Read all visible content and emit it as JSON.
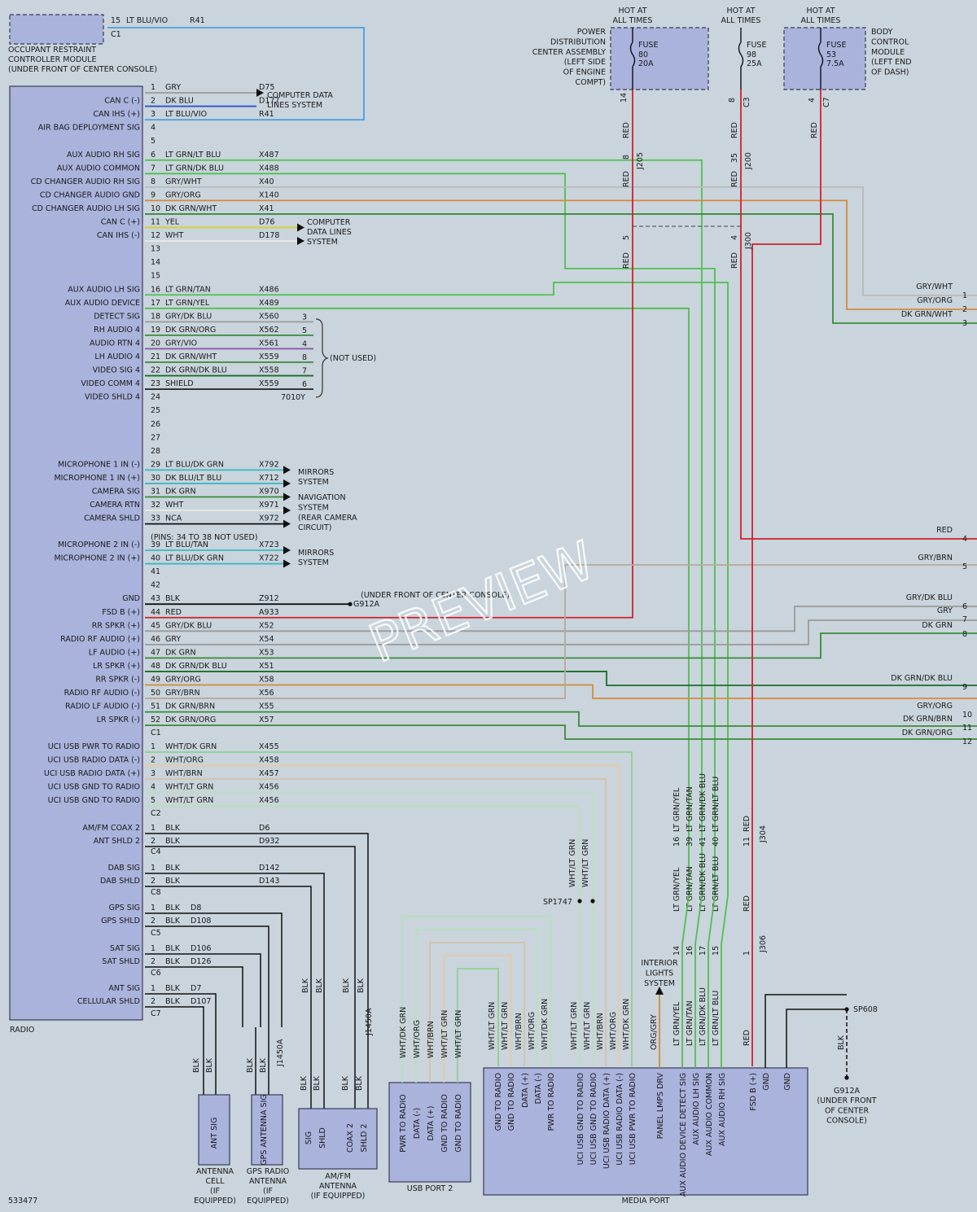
{
  "diagram_id": "533477",
  "watermark": "PREVIEW",
  "modules": {
    "orc": [
      "OCCUPANT RESTRAINT",
      "CONTROLLER MODULE",
      "(UNDER FRONT OF CENTER CONSOLE)"
    ],
    "radio": "RADIO",
    "pdc": [
      "POWER",
      "DISTRIBUTION",
      "CENTER ASSEMBLY",
      "(LEFT SIDE",
      "OF ENGINE",
      "COMPT)"
    ],
    "bcm": [
      "BODY",
      "CONTROL",
      "MODULE",
      "(LEFT END",
      "OF DASH)"
    ],
    "antenna_cell": [
      "ANTENNA",
      "CELL",
      "(IF",
      "EQUIPPED)"
    ],
    "gps_antenna": [
      "GPS RADIO",
      "ANTENNA",
      "(IF",
      "EQUIPPED)"
    ],
    "amfm_antenna": [
      "AM/FM",
      "ANTENNA",
      "(IF EQUIPPED)"
    ],
    "usb_port_2": "USB PORT 2",
    "media_port": "MEDIA PORT",
    "interior_lights": [
      "INTERIOR",
      "LIGHTS",
      "SYSTEM"
    ]
  },
  "fuses": [
    {
      "label": "FUSE",
      "number": "80",
      "rating": "20A",
      "hot": [
        "HOT AT",
        "ALL TIMES"
      ],
      "pin": "14",
      "connector": ""
    },
    {
      "label": "FUSE",
      "number": "98",
      "rating": "25A",
      "hot": [
        "HOT AT",
        "ALL TIMES"
      ],
      "pin": "8",
      "connector": "C3"
    },
    {
      "label": "FUSE",
      "number": "53",
      "rating": "7.5A",
      "hot": [
        "HOT AT",
        "ALL TIMES"
      ],
      "pin": "4",
      "connector": "C7"
    }
  ],
  "orc_pin": {
    "pin": "15",
    "color": "LT BLU/VIO",
    "circuit": "R41",
    "connector": "C1"
  },
  "radio_c1_pins": [
    {
      "pin": "1",
      "func": "",
      "color": "GRY",
      "circuit": "D75"
    },
    {
      "pin": "2",
      "func": "CAN C (-)",
      "color": "DK BLU",
      "circuit": "D177"
    },
    {
      "pin": "3",
      "func": "CAN IHS (+)",
      "color": "LT BLU/VIO",
      "circuit": "R41"
    },
    {
      "pin": "4",
      "func": "AIR BAG DEPLOYMENT SIG",
      "color": "",
      "circuit": ""
    },
    {
      "pin": "5",
      "func": "",
      "color": "",
      "circuit": ""
    },
    {
      "pin": "6",
      "func": "AUX AUDIO RH SIG",
      "color": "LT GRN/LT BLU",
      "circuit": "X487"
    },
    {
      "pin": "7",
      "func": "AUX AUDIO COMMON",
      "color": "LT GRN/DK BLU",
      "circuit": "X488"
    },
    {
      "pin": "8",
      "func": "CD CHANGER AUDIO RH SIG",
      "color": "GRY/WHT",
      "circuit": "X40"
    },
    {
      "pin": "9",
      "func": "CD CHANGER AUDIO GND",
      "color": "GRY/ORG",
      "circuit": "X140"
    },
    {
      "pin": "10",
      "func": "CD CHANGER AUDIO LH SIG",
      "color": "DK GRN/WHT",
      "circuit": "X41"
    },
    {
      "pin": "11",
      "func": "CAN C (+)",
      "color": "YEL",
      "circuit": "D76"
    },
    {
      "pin": "12",
      "func": "CAN IHS (-)",
      "color": "WHT",
      "circuit": "D178"
    },
    {
      "pin": "13",
      "func": "",
      "color": "",
      "circuit": ""
    },
    {
      "pin": "14",
      "func": "",
      "color": "",
      "circuit": ""
    },
    {
      "pin": "15",
      "func": "",
      "color": "",
      "circuit": ""
    },
    {
      "pin": "16",
      "func": "AUX AUDIO LH SIG",
      "color": "LT GRN/TAN",
      "circuit": "X486"
    },
    {
      "pin": "17",
      "func": "AUX AUDIO DEVICE",
      "color": "LT GRN/YEL",
      "circuit": "X489"
    },
    {
      "pin": "18",
      "func": "DETECT SIG",
      "color": "GRY/DK BLU",
      "circuit": "X560"
    },
    {
      "pin": "19",
      "func": "RH AUDIO 4",
      "color": "DK GRN/ORG",
      "circuit": "X562"
    },
    {
      "pin": "20",
      "func": "AUDIO RTN 4",
      "color": "GRY/VIO",
      "circuit": "X561"
    },
    {
      "pin": "21",
      "func": "LH AUDIO 4",
      "color": "DK GRN/WHT",
      "circuit": "X559"
    },
    {
      "pin": "22",
      "func": "VIDEO SIG 4",
      "color": "DK GRN/DK BLU",
      "circuit": "X558"
    },
    {
      "pin": "23",
      "func": "VIDEO COMM 4",
      "color": "SHIELD",
      "circuit": "X559"
    },
    {
      "pin": "24",
      "func": "VIDEO SHLD 4",
      "color": "",
      "circuit": ""
    },
    {
      "pin": "25",
      "func": "",
      "color": "",
      "circuit": ""
    },
    {
      "pin": "26",
      "func": "",
      "color": "",
      "circuit": ""
    },
    {
      "pin": "27",
      "func": "",
      "color": "",
      "circuit": ""
    },
    {
      "pin": "28",
      "func": "",
      "color": "",
      "circuit": ""
    },
    {
      "pin": "29",
      "func": "MICROPHONE 1 IN (-)",
      "color": "LT BLU/DK GRN",
      "circuit": "X792"
    },
    {
      "pin": "30",
      "func": "MICROPHONE 1 IN (+)",
      "color": "DK BLU/LT BLU",
      "circuit": "X712"
    },
    {
      "pin": "31",
      "func": "CAMERA SIG",
      "color": "DK GRN",
      "circuit": "X970"
    },
    {
      "pin": "32",
      "func": "CAMERA RTN",
      "color": "WHT",
      "circuit": "X971"
    },
    {
      "pin": "33",
      "func": "CAMERA SHLD",
      "color": "NCA",
      "circuit": "X972"
    },
    {
      "pin": "39",
      "func": "MICROPHONE 2 IN (-)",
      "color": "LT BLU/TAN",
      "circuit": "X723"
    },
    {
      "pin": "40",
      "func": "MICROPHONE 2 IN (+)",
      "color": "LT BLU/DK GRN",
      "circuit": "X722"
    },
    {
      "pin": "41",
      "func": "",
      "color": "",
      "circuit": ""
    },
    {
      "pin": "42",
      "func": "",
      "color": "",
      "circuit": ""
    },
    {
      "pin": "43",
      "func": "GND",
      "color": "BLK",
      "circuit": "Z912"
    },
    {
      "pin": "44",
      "func": "FSD B (+)",
      "color": "RED",
      "circuit": "A933"
    },
    {
      "pin": "45",
      "func": "RR SPKR (+)",
      "color": "GRY/DK BLU",
      "circuit": "X52"
    },
    {
      "pin": "46",
      "func": "RADIO RF AUDIO (+)",
      "color": "GRY",
      "circuit": "X54"
    },
    {
      "pin": "47",
      "func": "LF AUDIO (+)",
      "color": "DK GRN",
      "circuit": "X53"
    },
    {
      "pin": "48",
      "func": "LR SPKR (+)",
      "color": "DK GRN/DK BLU",
      "circuit": "X51"
    },
    {
      "pin": "49",
      "func": "RR SPKR (-)",
      "color": "GRY/ORG",
      "circuit": "X58"
    },
    {
      "pin": "50",
      "func": "RADIO RF AUDIO (-)",
      "color": "GRY/BRN",
      "circuit": "X56"
    },
    {
      "pin": "51",
      "func": "RADIO LF AUDIO (-)",
      "color": "DK GRN/BRN",
      "circuit": "X55"
    },
    {
      "pin": "52",
      "func": "LR SPKR (-)",
      "color": "DK GRN/ORG",
      "circuit": "X57"
    }
  ],
  "pins_note": "(PINS: 34 TO 38 NOT USED)",
  "not_used_label": "(NOT USED)",
  "not_used_pins": [
    "3",
    "5",
    "4",
    "8",
    "7",
    "6"
  ],
  "not_used_connector": "7010Y",
  "system_refs": {
    "computer_data_lines_a": [
      "COMPUTER DATA",
      "LINES SYSTEM"
    ],
    "computer_data_lines_b": [
      "COMPUTER",
      "DATA LINES",
      "SYSTEM"
    ],
    "mirrors_a": [
      "MIRRORS",
      "SYSTEM"
    ],
    "navigation": [
      "NAVIGATION",
      "SYSTEM",
      "(REAR CAMERA",
      "CIRCUIT)"
    ],
    "mirrors_b": [
      "MIRRORS",
      "SYSTEM"
    ]
  },
  "ground_g912a_top": "(UNDER FRONT OF CENTER CONSOLE)",
  "ground_g912a_name": "G912A",
  "ground_g912a_bottom": [
    "G912A",
    "(UNDER FRONT",
    "OF CENTER",
    "CONSOLE)"
  ],
  "splices": {
    "sp1747": "SP1747",
    "sp608": "SP608"
  },
  "connector_labels": [
    "C1",
    "C2",
    "C4",
    "C8",
    "C5",
    "C6",
    "C7"
  ],
  "radio_c2_pins": [
    {
      "pin": "1",
      "func": "UCI USB PWR TO RADIO",
      "color": "WHT/DK GRN",
      "circuit": "X455"
    },
    {
      "pin": "2",
      "func": "UCI USB RADIO DATA (-)",
      "color": "WHT/ORG",
      "circuit": "X458"
    },
    {
      "pin": "3",
      "func": "UCI USB RADIO DATA (+)",
      "color": "WHT/BRN",
      "circuit": "X457"
    },
    {
      "pin": "4",
      "func": "UCI USB GND TO RADIO",
      "color": "WHT/LT GRN",
      "circuit": "X456"
    },
    {
      "pin": "5",
      "func": "UCI USB GND TO RADIO",
      "color": "WHT/LT GRN",
      "circuit": "X456"
    }
  ],
  "radio_coax_pins": [
    {
      "pin": "1",
      "func": "AM/FM COAX 2",
      "color": "BLK",
      "circuit": "D6",
      "conn": "C4"
    },
    {
      "pin": "2",
      "func": "ANT SHLD 2",
      "color": "BLK",
      "circuit": "D932",
      "conn": ""
    },
    {
      "pin": "1",
      "func": "DAB SIG",
      "color": "BLK",
      "circuit": "D142",
      "conn": "C8"
    },
    {
      "pin": "2",
      "func": "DAB SHLD",
      "color": "BLK",
      "circuit": "D143",
      "conn": ""
    },
    {
      "pin": "1",
      "func": "GPS SIG",
      "color": "BLK",
      "circuit": "D8",
      "conn": "C5"
    },
    {
      "pin": "2",
      "func": "GPS SHLD",
      "color": "BLK",
      "circuit": "D108",
      "conn": ""
    },
    {
      "pin": "1",
      "func": "SAT SIG",
      "color": "BLK",
      "circuit": "D106",
      "conn": "C6"
    },
    {
      "pin": "2",
      "func": "SAT SHLD",
      "color": "BLK",
      "circuit": "D126",
      "conn": ""
    },
    {
      "pin": "1",
      "func": "ANT SIG",
      "color": "BLK",
      "circuit": "D7",
      "conn": "C7"
    },
    {
      "pin": "2",
      "func": "CELLULAR SHLD",
      "color": "BLK",
      "circuit": "D107",
      "conn": ""
    }
  ],
  "right_edge_wires": [
    {
      "n": "1",
      "color": "GRY/WHT"
    },
    {
      "n": "2",
      "color": "GRY/ORG"
    },
    {
      "n": "3",
      "color": "DK GRN/WHT"
    },
    {
      "n": "4",
      "color": "RED"
    },
    {
      "n": "5",
      "color": "GRY/BRN"
    },
    {
      "n": "6",
      "color": "GRY/DK BLU"
    },
    {
      "n": "7",
      "color": "GRY"
    },
    {
      "n": "8",
      "color": "DK GRN"
    },
    {
      "n": "9",
      "color": "DK GRN/DK BLU"
    },
    {
      "n": "10",
      "color": "GRY/ORG"
    },
    {
      "n": "11",
      "color": "DK GRN/BRN"
    },
    {
      "n": "12",
      "color": "DK GRN/ORG"
    }
  ],
  "vertical_labels": {
    "red": "RED",
    "conn_205": "J205",
    "conn_200": "J200",
    "conn_300": "J300",
    "conn_304": "J304",
    "conn_306": "J306",
    "conn_1450a": "J1450A",
    "pin_8": "8",
    "pin_35": "35",
    "pin_5": "5",
    "pin_4": "4",
    "media_upper": [
      "16",
      "39",
      "41",
      "40",
      "11"
    ],
    "media_lower": [
      "14",
      "16",
      "17",
      "15",
      "1"
    ],
    "media_colors_upper": [
      "LT GRN/YEL",
      "LT GRN/TAN",
      "LT GRN/DK BLU",
      "LT GRN/LT BLU",
      "RED"
    ],
    "media_colors_lower": [
      "LT GRN/YEL",
      "LT GRN/TAN",
      "LT GRN/DK BLU",
      "LT GRN/LT BLU",
      "RED"
    ],
    "wht_lt_grn": "WHT/LT GRN",
    "blk": "BLK",
    "org_gry": "ORG/GRY"
  },
  "usb_port_pins": [
    "PWR TO RADIO",
    "DATA (-)",
    "DATA (+)",
    "GND TO RADIO",
    "GND TO RADIO"
  ],
  "usb_port_wires": [
    "WHT/DK GRN",
    "WHT/ORG",
    "WHT/BRN",
    "WHT/LT GRN",
    "WHT/LT GRN"
  ],
  "media_port_pins": [
    "GND TO RADIO",
    "GND TO RADIO",
    "DATA (+)",
    "DATA (-)",
    "PWR TO RADIO",
    "UCI USB GND TO RADIO",
    "UCI USB GND TO RADIO",
    "UCI USB RADIO DATA (+)",
    "UCI USB RADIO DATA (-)",
    "UCI USB PWR TO RADIO",
    "PANEL LMPS DRV",
    "AUX AUDIO DEVICE DETECT SIG",
    "AUX AUDIO LH SIG",
    "AUX AUDIO COMMON",
    "AUX AUDIO RH SIG",
    "FSD B (+)",
    "GND",
    "GND"
  ],
  "media_port_wires_c3": [
    "WHT/LT GRN",
    "WHT/LT GRN",
    "WHT/BRN",
    "WHT/ORG",
    "WHT/DK GRN"
  ],
  "media_port_wires_c2": [
    "WHT/LT GRN",
    "WHT/LT GRN",
    "WHT/BRN",
    "WHT/ORG",
    "WHT/DK GRN"
  ],
  "antenna_pins": {
    "cell": "ANT SIG",
    "gps": "GPS ANTENNA SIG",
    "amfm": [
      "SIG",
      "SHLD",
      "COAX 2",
      "SHLD 2"
    ]
  },
  "colors": {
    "red": "#d0202a",
    "grn": "#3a8a3a",
    "ltgrn": "#4fc04f",
    "gry": "#9a9a9a",
    "blu": "#2b55c7",
    "ltblu": "#4a9ee0",
    "cyan": "#3bb8c4",
    "yel": "#d8d020",
    "wht": "#f4f4f4",
    "blk": "#111111",
    "dkgrn": "#1d6b2a",
    "org": "#d38a3a",
    "brn": "#8a5a3a",
    "vio": "#8a5aa8"
  }
}
